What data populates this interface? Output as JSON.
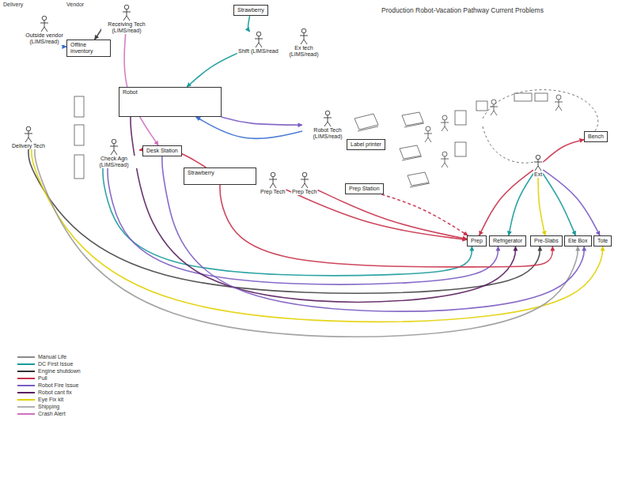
{
  "diagram": {
    "title": "Production Robot-Vacation Pathway Current Problems",
    "nodes": [
      {
        "text": [
          "Strawberry"
        ]
      },
      {
        "text": [
          "Outside vendor (LIMS/read)"
        ]
      },
      {
        "text": [
          "Receiving Tech (LIMS/read)"
        ]
      },
      {
        "text": [
          "Shift (LIMS/read)"
        ]
      },
      {
        "text": [
          "Ex tech (LIMS/read)"
        ]
      },
      {
        "text": [
          "Offline inventory"
        ]
      },
      {
        "text": [
          "Robot"
        ]
      },
      {
        "text": [
          "Delivery Tech"
        ]
      },
      {
        "text": [
          "Check Agn (LIMS/read)"
        ]
      },
      {
        "text": [
          "Desk Station"
        ]
      },
      {
        "text": [
          "Strawberry"
        ]
      },
      {
        "text": [
          "Robot Tech (LIMS/read)"
        ]
      },
      {
        "text": [
          "Label printer"
        ]
      },
      {
        "text": [
          "Prep Tech"
        ]
      },
      {
        "text": [
          "Prep Tech"
        ]
      },
      {
        "text": [
          "Prep Station"
        ]
      },
      {
        "text": [
          "Bench"
        ]
      },
      {
        "text": [
          "Ext"
        ]
      },
      {
        "text": [
          "Prep"
        ]
      },
      {
        "text": [
          "Refrigerator"
        ]
      },
      {
        "text": [
          "Pre-Slabs"
        ]
      },
      {
        "text": [
          "Ete Box"
        ]
      },
      {
        "text": [
          "Tote"
        ]
      }
    ],
    "edges": [
      {
        "from": 8,
        "to": 18,
        "arrow": "to"
      },
      {
        "from": 8,
        "to": 19,
        "arrow": "to"
      },
      {
        "from": 7,
        "to": 20,
        "arrow": "to"
      },
      {
        "from": 7,
        "to": 22,
        "arrow": "to"
      },
      {
        "from": 7,
        "to": 21,
        "arrow": "to"
      },
      {
        "from": 6,
        "to": 19,
        "arrow": "to"
      },
      {
        "from": 9,
        "to": 21,
        "arrow": "to"
      },
      {
        "from": 10,
        "to": 20,
        "arrow": "to"
      },
      {
        "from": 13,
        "to": 18,
        "arrow": "to"
      },
      {
        "from": 14,
        "to": 18,
        "arrow": "to"
      },
      {
        "from": 15,
        "to": 18,
        "arrow": "to"
      },
      {
        "from": 11,
        "to": 6,
        "arrow": "to"
      },
      {
        "from": 6,
        "to": 11,
        "arrow": "to"
      },
      {
        "from": 3,
        "to": 6,
        "arrow": "to"
      },
      {
        "from": 0,
        "to": 3,
        "arrow": "to"
      },
      {
        "from": 2,
        "to": 5,
        "arrow": "to"
      },
      {
        "from": 17,
        "to": 18,
        "arrow": "to"
      },
      {
        "from": 17,
        "to": 19,
        "arrow": "to"
      },
      {
        "from": 17,
        "to": 20,
        "arrow": "to"
      },
      {
        "from": 17,
        "to": 21,
        "arrow": "to"
      },
      {
        "from": 17,
        "to": 22,
        "arrow": "to"
      },
      {
        "from": 17,
        "to": 16,
        "arrow": "to"
      },
      {
        "from": 10,
        "to": 8,
        "arrow": "to"
      },
      {
        "from": 1,
        "to": 5,
        "arrow": "to"
      },
      {
        "from": 2,
        "to": 9,
        "arrow": "to"
      }
    ],
    "labels": [
      "Delivery",
      "Vendor"
    ],
    "legend": [
      {
        "text": "Manual Life"
      },
      {
        "text": "DC First Issue"
      },
      {
        "text": "Engine shutdown"
      },
      {
        "text": "Pull"
      },
      {
        "text": "Robot Fire Issue"
      },
      {
        "text": "Robot cant fix"
      },
      {
        "text": "Eye Fix kit"
      },
      {
        "text": "Shipping"
      },
      {
        "text": "Crash Alert"
      }
    ]
  }
}
